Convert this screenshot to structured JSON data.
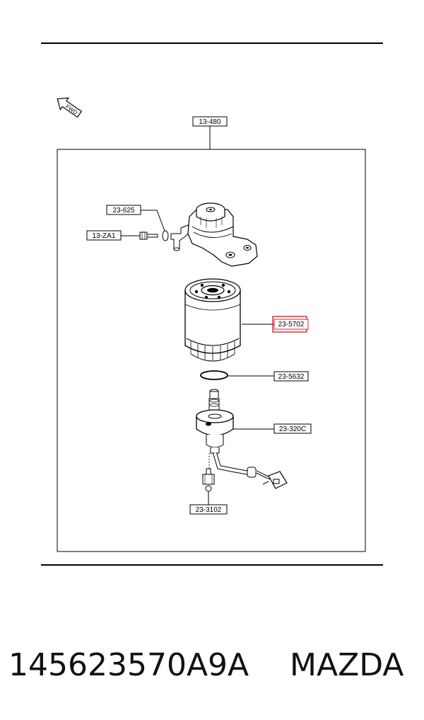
{
  "diagram": {
    "fwd_label": "FWD",
    "parts": {
      "assembly": "13-480",
      "bolt_washer": "23-625",
      "bolt": "13-ZA1",
      "filter": "23-5702",
      "o_ring": "23-5632",
      "pump_body": "23-320C",
      "drain_sensor": "23-3102"
    },
    "highlight_color": "#e0202a"
  },
  "footer": {
    "part_number": "145623570A9A",
    "brand": "MAZDA"
  }
}
